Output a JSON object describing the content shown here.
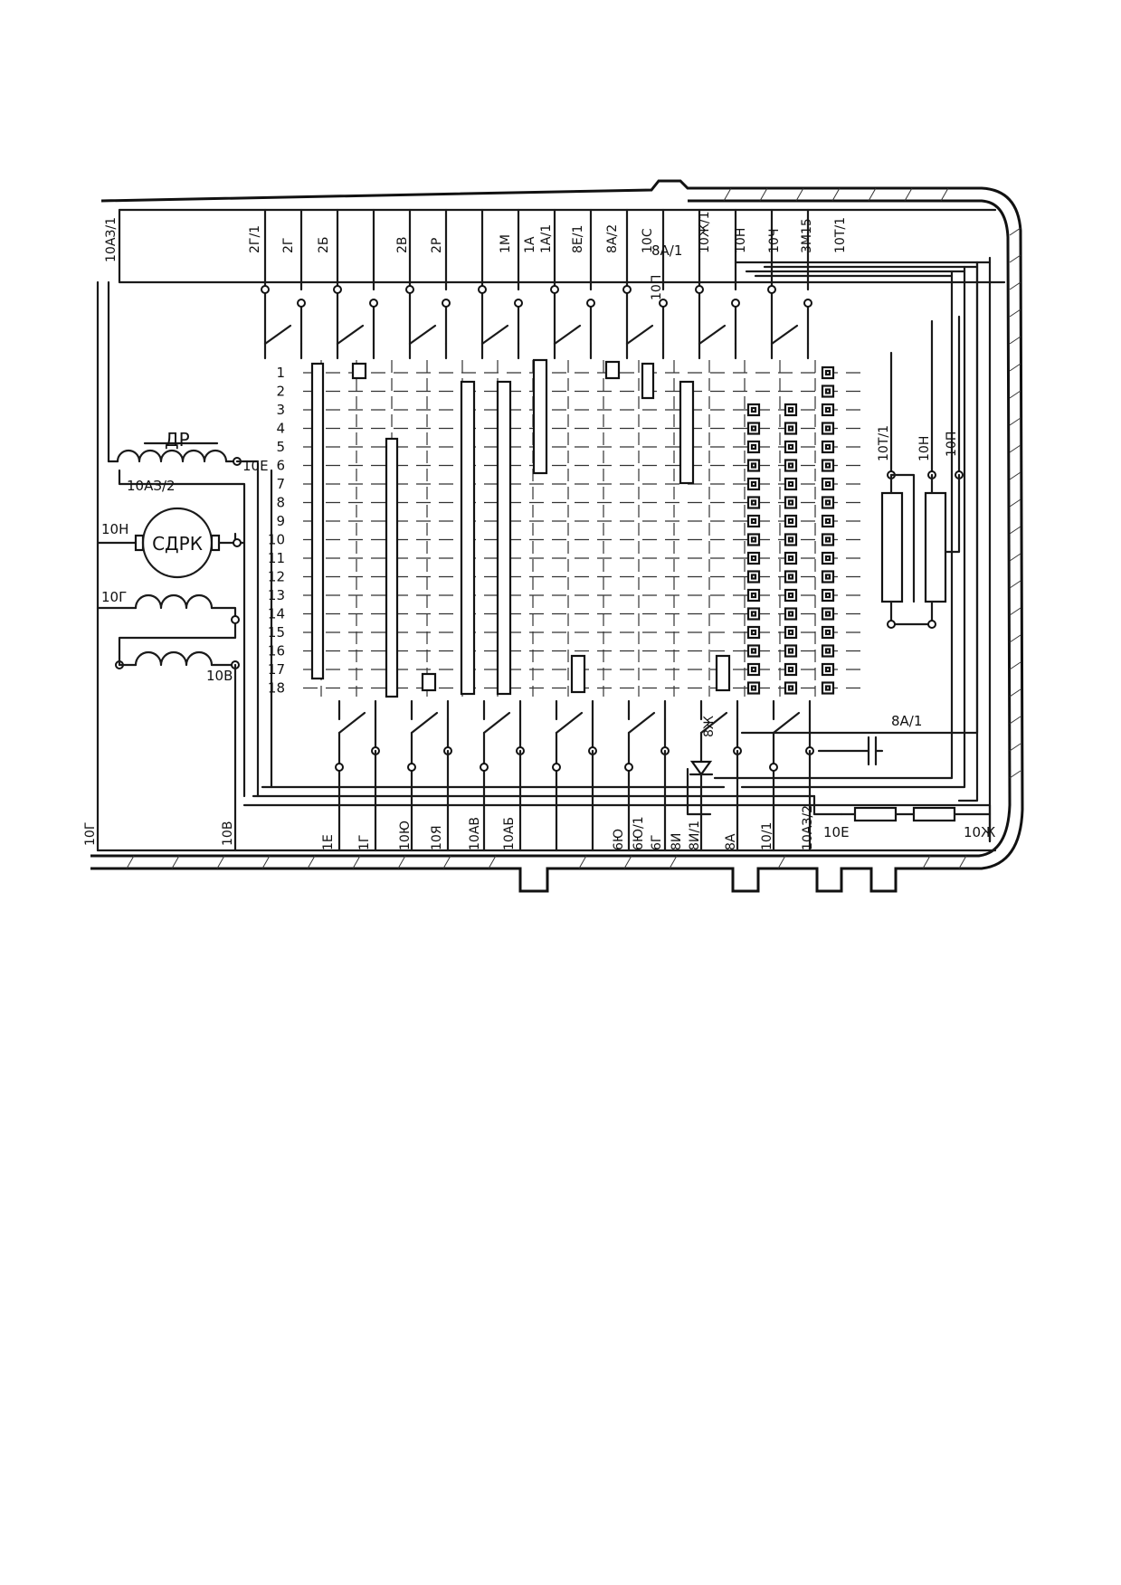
{
  "row_numbers": [
    "1",
    "2",
    "3",
    "4",
    "5",
    "6",
    "7",
    "8",
    "9",
    "10",
    "11",
    "12",
    "13",
    "14",
    "15",
    "16",
    "17",
    "18"
  ],
  "top_labels": [
    "10АЗ/1",
    "2Г/1",
    "2Г",
    "2Б",
    "2В",
    "2Р",
    "1М",
    "1А",
    "1А/1",
    "8Е/1",
    "8А/2",
    "10С",
    "10Ж/1",
    "10Н",
    "10Ч",
    "3М15",
    "10Т/1"
  ],
  "mid_labels": {
    "a1": "8А/1",
    "p1": "10П"
  },
  "bottom_labels": [
    "1Е",
    "1Г",
    "10Ю",
    "10Я",
    "10АВ",
    "10АБ",
    "6Ю",
    "6Ю/1",
    "6Г",
    "8И",
    "8И/1",
    "8А",
    "10/1",
    "10АЗ/2"
  ],
  "left_labels": {
    "choke": "ДР",
    "choke_left": "10АЗ/2",
    "choke_right": "10Е",
    "motor": "СДРК",
    "motor_left": "10Н",
    "coil_top": "10Г",
    "coil_bottom": "10В",
    "rail_left": "10Г",
    "rail_right": "10В"
  },
  "right_labels": {
    "r1": "10Т/1",
    "r2": "10Н",
    "r3": "10П",
    "cap_label": "8А/1",
    "diode_label": "8Ж",
    "res_left": "10Е",
    "res_right": "10Ж"
  }
}
